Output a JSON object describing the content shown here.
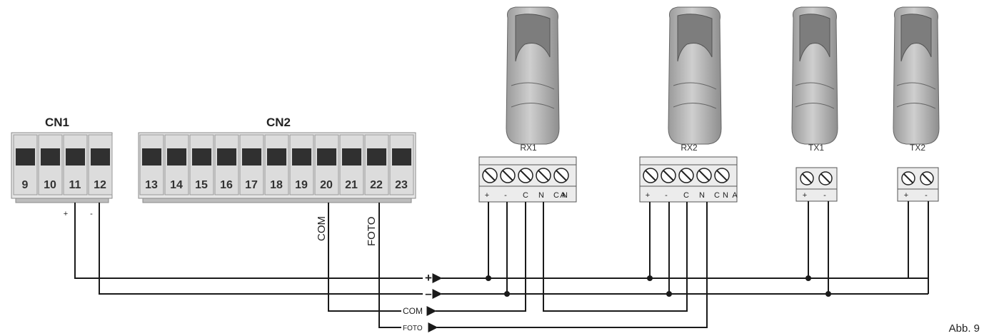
{
  "connectors": {
    "cn1": {
      "label": "CN1",
      "terminals": [
        "9",
        "10",
        "11",
        "12"
      ]
    },
    "cn2": {
      "label": "CN2",
      "terminals": [
        "13",
        "14",
        "15",
        "16",
        "17",
        "18",
        "19",
        "20",
        "21",
        "22",
        "23"
      ]
    }
  },
  "terminal_markings": {
    "plus": "+",
    "minus": "-",
    "com": "COM",
    "foto": "FOTO"
  },
  "devices": [
    {
      "label": "RX1",
      "terminal_labels": [
        "+",
        "-",
        "C",
        "N",
        "C",
        "N"
      ]
    },
    {
      "label": "RX2",
      "terminal_labels": [
        "+",
        "-",
        "C",
        "N",
        "C",
        "N",
        "A"
      ]
    },
    {
      "label": "TX1",
      "terminal_labels": [
        "+",
        "-"
      ]
    },
    {
      "label": "TX2",
      "terminal_labels": [
        "+",
        "-"
      ]
    }
  ],
  "rx1_extra_label": "A",
  "bus_labels": {
    "plus": "+",
    "minus": "–",
    "com": "COM",
    "foto": "FOTO"
  },
  "caption": "Abb. 9"
}
